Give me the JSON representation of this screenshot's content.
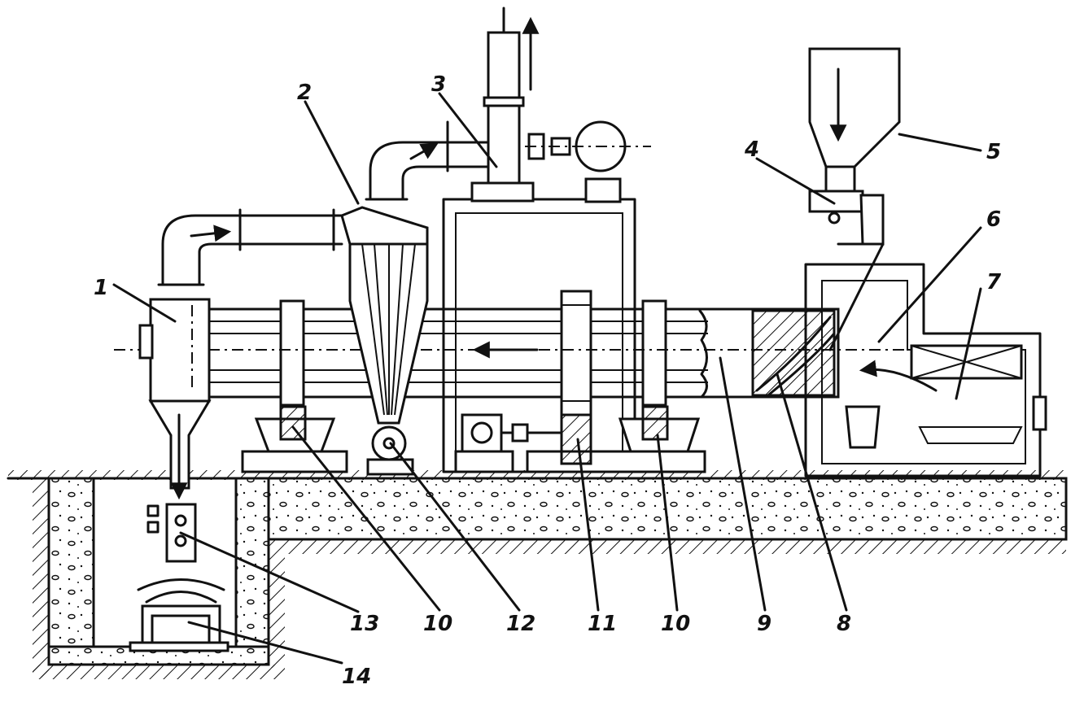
{
  "diagram": {
    "labels": [
      {
        "id": "l1",
        "text": "1"
      },
      {
        "id": "l2",
        "text": "2"
      },
      {
        "id": "l3",
        "text": "3"
      },
      {
        "id": "l4",
        "text": "4"
      },
      {
        "id": "l5",
        "text": "5"
      },
      {
        "id": "l6",
        "text": "6"
      },
      {
        "id": "l7",
        "text": "7"
      },
      {
        "id": "l8",
        "text": "8"
      },
      {
        "id": "l9",
        "text": "9"
      },
      {
        "id": "l10a",
        "text": "10"
      },
      {
        "id": "l10b",
        "text": "10"
      },
      {
        "id": "l11",
        "text": "11"
      },
      {
        "id": "l12",
        "text": "12"
      },
      {
        "id": "l13",
        "text": "13"
      },
      {
        "id": "l14",
        "text": "14"
      }
    ],
    "colors": {
      "ink": "#111111",
      "paper": "#ffffff"
    }
  }
}
